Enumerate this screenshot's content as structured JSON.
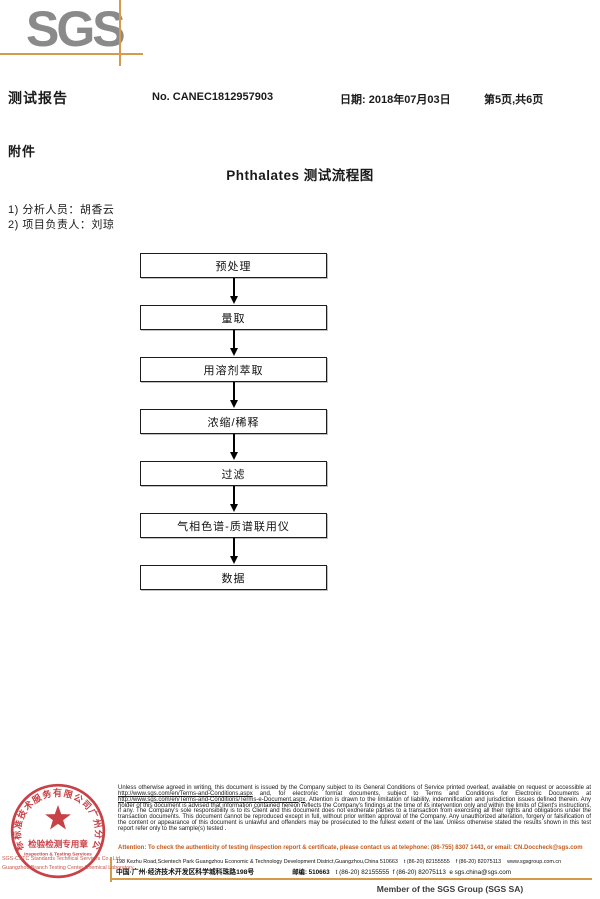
{
  "header": {
    "logo": "SGS",
    "report_title": "测试报告",
    "report_no": "No. CANEC1812957903",
    "date": "日期: 2018年07月03日",
    "page_info": "第5页,共6页"
  },
  "attachment_label": "附件",
  "flow": {
    "title": "Phthalates 测试流程图",
    "notes": [
      "1) 分析人员：胡香云",
      "2) 项目负责人：刘琼"
    ],
    "steps": [
      "预处理",
      "量取",
      "用溶剂萃取",
      "浓缩/稀释",
      "过滤",
      "气相色谱-质谱联用仪",
      "数据"
    ]
  },
  "footer": {
    "legal": {
      "part1": "Unless otherwise agreed in writing, this document is issued by the Company subject to its General Conditions of Service printed overleaf, available on request or accessible at ",
      "url1": "http://www.sgs.com/en/Terms-and-Conditions.aspx",
      "part2": " and, for electronic format documents, subject to Terms and Conditions for Electronic Documents at ",
      "url2": "http://www.sgs.com/en/Terms-and-Conditions/Terms-e-Document.aspx",
      "part3": ". Attention is drawn to the limitation of liability, indemnification and jurisdiction issues defined therein. Any holder of this document is advised that information contained hereon reflects the Company's findings at the time of its intervention only and within the limits of Client's instructions, if any. The Company's sole responsibility is to its Client and this document does not exonerate parties to a transaction from exercising all their rights and obligations under the transaction documents. This document cannot be reproduced except in full, without prior written approval of the Company. Any unauthorized alteration, forgery or falsification of the content or appearance of this document is unlawful and offenders may be prosecuted to the fullest extent of the law. Unless otherwise stated the results shown in this test report refer only to the sample(s) tested ."
    },
    "attention": "Attention: To check the authenticity of testing /inspection report & certificate, please contact us at telephone: (86-755) 8307 1443, or email: CN.Doccheck@sgs.com",
    "address_en": "198 Kezhu Road,Scientech Park Guangzhou Economic & Technology Development District,Guangzhou,China 510663    t (86-20) 82155555    f (86-20) 82075113    www.sgsgroup.com.cn",
    "address_cn": "中国·广州·经济技术开发区科学城科珠路198号",
    "address_cn_post": "邮编: 510663",
    "address_cn_contacts": "t (86-20) 82155555  f (86-20) 82075113  e sgs.china@sgs.com",
    "member_line": "Member of the SGS Group (SGS SA)"
  },
  "stamp": {
    "arc_text": "通标标准技术服务有限公司广州分公司",
    "center_line1": "检验检测专用章",
    "center_line2": "Inspection & Testing Services",
    "company_line1": "SGS-CSTC Standards Technical Services Co., Ltd.",
    "company_line2": "Guangzhou Branch Testing Center Chemical Laboratory."
  },
  "colors": {
    "accent_orange": "#d79a4a",
    "stamp_red": "#c1272d",
    "logo_gray": "#8a8a8a",
    "attention_orange": "#c45a1d"
  }
}
